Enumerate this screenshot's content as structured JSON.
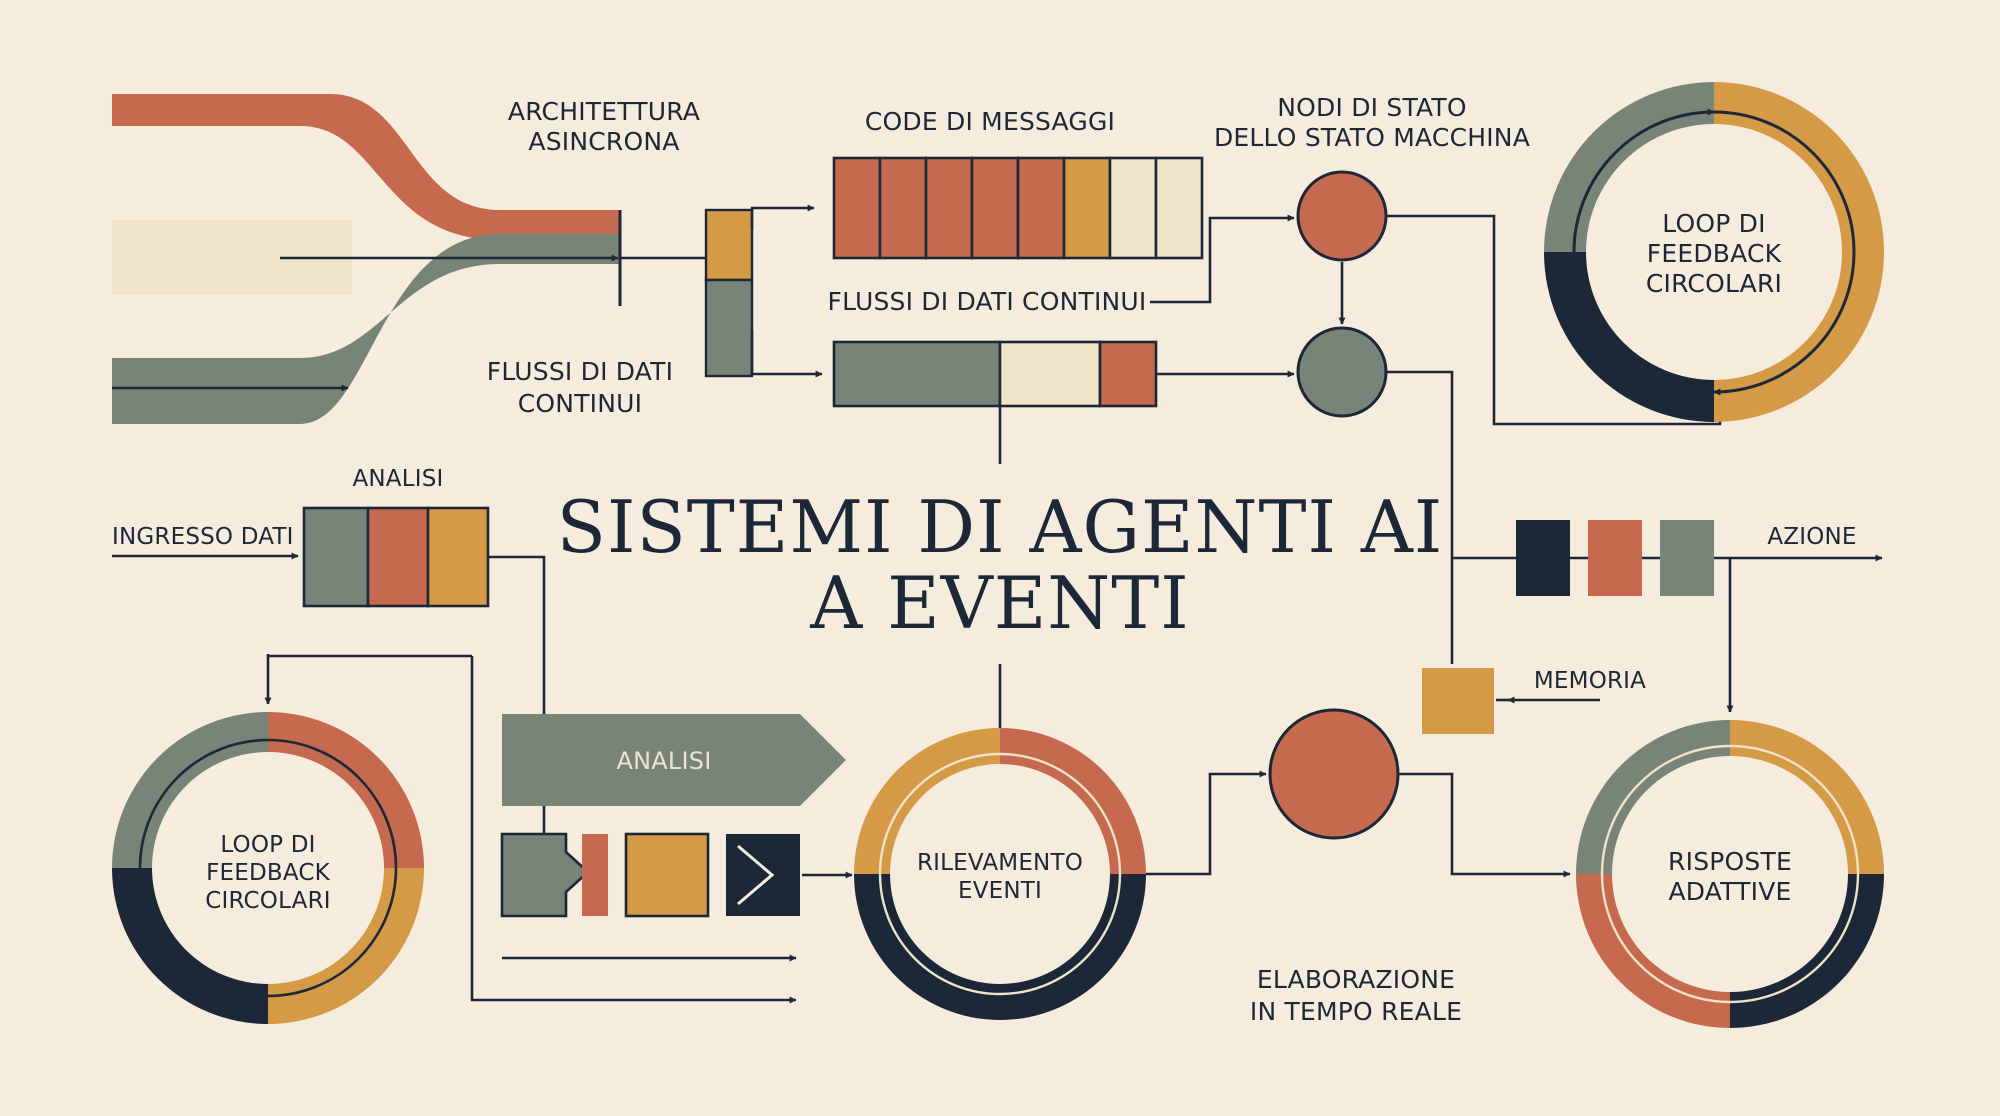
{
  "title": {
    "line1": "SISTEMI DI AGENTI AI",
    "line2": "A EVENTI"
  },
  "labels": {
    "architettura_1": "ARCHITETTURA",
    "architettura_2": "ASINCRONA",
    "code_messaggi": "CODE DI MESSAGGI",
    "nodi_stato_1": "NODI DI STATO",
    "nodi_stato_2": "DELLO STATO MACCHINA",
    "flussi_top": "FLUSSI DI DATI CONTINUI",
    "flussi_left_1": "FLUSSI DI DATI",
    "flussi_left_2": "CONTINUI",
    "analisi_top": "ANALISI",
    "ingresso_dati": "INGRESSO DATI",
    "analisi_arrow": "ANALISI",
    "azione": "AZIONE",
    "memoria": "MEMORIA",
    "elaborazione_1": "ELABORAZIONE",
    "elaborazione_2": "IN TEMPO REALE",
    "loop_tr_1": "LOOP DI",
    "loop_tr_2": "FEEDBACK",
    "loop_tr_3": "CIRCOLARI",
    "loop_bl_1": "LOOP DI",
    "loop_bl_2": "FEEDBACK",
    "loop_bl_3": "CIRCOLARI",
    "rilevamento_1": "RILEVAMENTO",
    "rilevamento_2": "EVENTI",
    "risposte_1": "RISPOSTE",
    "risposte_2": "ADATTIVE"
  },
  "colors": {
    "background": "#f5ecdd",
    "terracotta": "#c56a4e",
    "mustard": "#d49a45",
    "slate": "#788477",
    "navy": "#1c2838",
    "cream": "#efe3c8"
  },
  "icons": {
    "arrow_head": "triangle-arrow-icon",
    "chevron": "chevron-right-icon"
  }
}
